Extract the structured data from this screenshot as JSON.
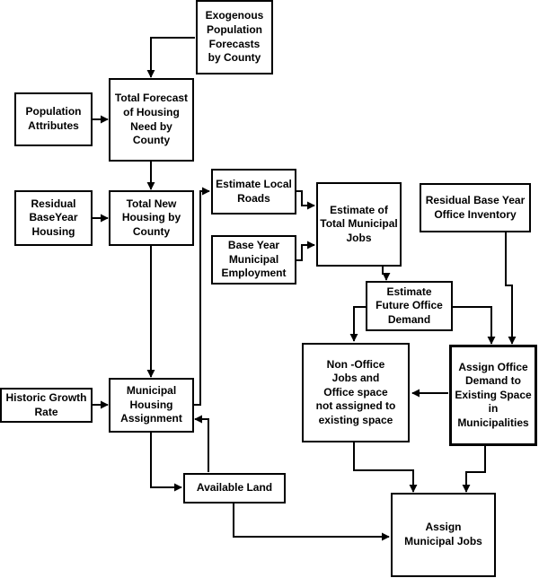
{
  "nodes": {
    "exogenous_forecasts": "Exogenous\nPopulation\nForecasts\nby County",
    "population_attributes": "Population\nAttributes",
    "total_forecast": "Total Forecast\nof Housing\nNeed by\nCounty",
    "residual_baseyear_housing": "Residual\nBaseYear\nHousing",
    "total_new_housing": "Total New\nHousing by\nCounty",
    "estimate_local_roads": "Estimate Local\nRoads",
    "estimate_total_jobs": "Estimate of\nTotal Municipal\nJobs",
    "base_year_employment": "Base Year\nMunicipal\nEmployment",
    "residual_office_inventory": "Residual Base Year\nOffice Inventory",
    "estimate_future_office": "Estimate\nFuture Office\nDemand",
    "non_office_jobs": "Non -Office\nJobs and\nOffice space\nnot assigned to\nexisting space",
    "assign_office_demand": "Assign Office\nDemand to\nExisting Space\nin\nMunicipalities",
    "historic_growth_rate": "Historic Growth\nRate",
    "municipal_housing_assignment": "Municipal\nHousing\nAssignment",
    "available_land": "Available Land",
    "assign_municipal_jobs": "Assign\nMunicipal Jobs"
  }
}
